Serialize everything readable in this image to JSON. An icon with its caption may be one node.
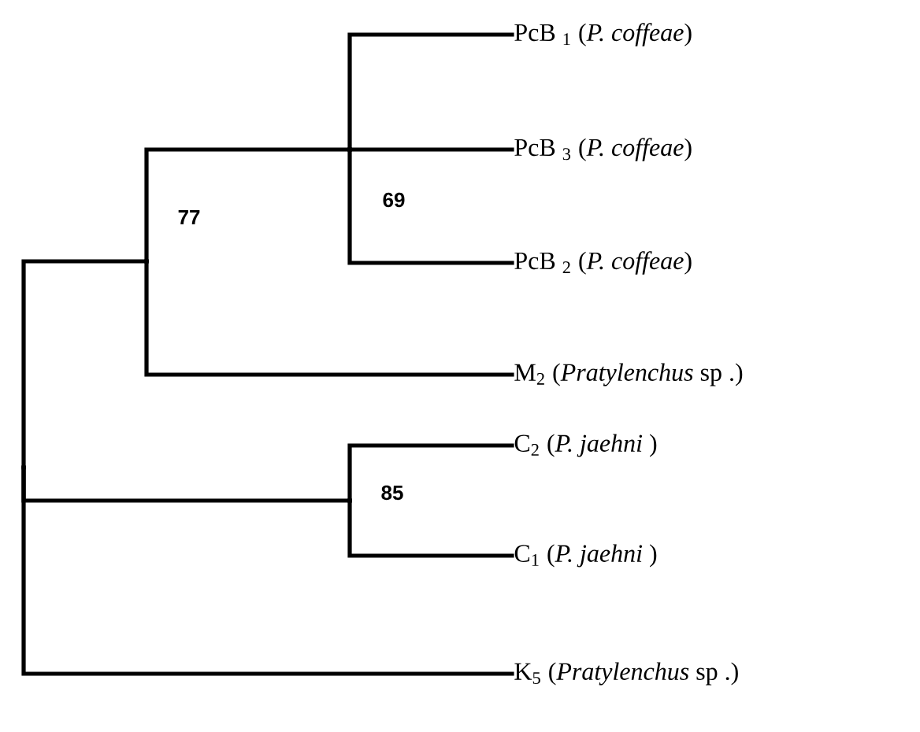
{
  "diagram": {
    "nodes": [
      {
        "text": [
          "PcB $_{1}$ (*P. coffeae*)"
        ]
      },
      {
        "text": [
          "PcB $_{3}$ (*P. coffeae*)"
        ]
      },
      {
        "text": [
          "PcB $_{2}$ (*P. coffeae*)"
        ]
      },
      {
        "text": [
          "M$_{2}$ (*Pratylenchus* sp .)"
        ]
      },
      {
        "text": [
          "C$_{2}$ (*P. jaehni* )"
        ]
      },
      {
        "text": [
          "C$_{1}$ (*P. jaehni* )"
        ]
      },
      {
        "text": [
          "K$_{5}$ (*Pratylenchus* sp .)"
        ]
      },
      {
        "text": [],
        "shape": "point"
      },
      {
        "text": [],
        "shape": "point",
        "beside": [
          "77"
        ]
      },
      {
        "text": [],
        "shape": "point",
        "beside": [
          "69"
        ]
      },
      {
        "text": [],
        "shape": "point",
        "beside": [
          "85"
        ]
      }
    ],
    "edges": [
      {
        "from": 7,
        "to": 8,
        "arrow": "none"
      },
      {
        "from": 7,
        "to": 10,
        "arrow": "none"
      },
      {
        "from": 7,
        "to": 6,
        "arrow": "none"
      },
      {
        "from": 8,
        "to": 9,
        "arrow": "none"
      },
      {
        "from": 8,
        "to": 3,
        "arrow": "none"
      },
      {
        "from": 9,
        "to": 0,
        "arrow": "none"
      },
      {
        "from": 9,
        "to": 1,
        "arrow": "none"
      },
      {
        "from": 9,
        "to": 2,
        "arrow": "none"
      },
      {
        "from": 10,
        "to": 4,
        "arrow": "none"
      },
      {
        "from": 10,
        "to": 5,
        "arrow": "none"
      }
    ]
  }
}
